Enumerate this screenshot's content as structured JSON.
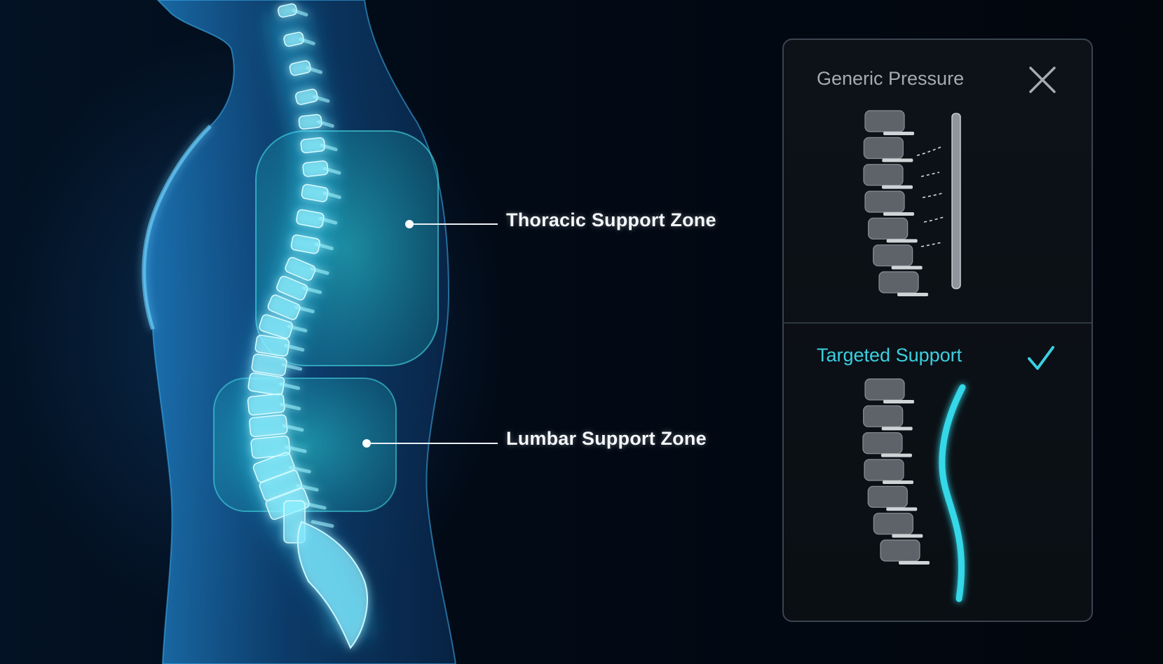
{
  "callouts": {
    "thoracic": "Thoracic Support Zone",
    "lumbar": "Lumbar Support Zone"
  },
  "comparison": {
    "generic": {
      "title": "Generic Pressure",
      "status_icon": "close-icon"
    },
    "targeted": {
      "title": "Targeted Support",
      "status_icon": "check-icon"
    }
  },
  "colors": {
    "accent": "#3ad0e0",
    "spine_glow": "#4fe6ff",
    "body": "#1d6fae",
    "muted_text": "#a6abb0",
    "background": "#02060d"
  }
}
